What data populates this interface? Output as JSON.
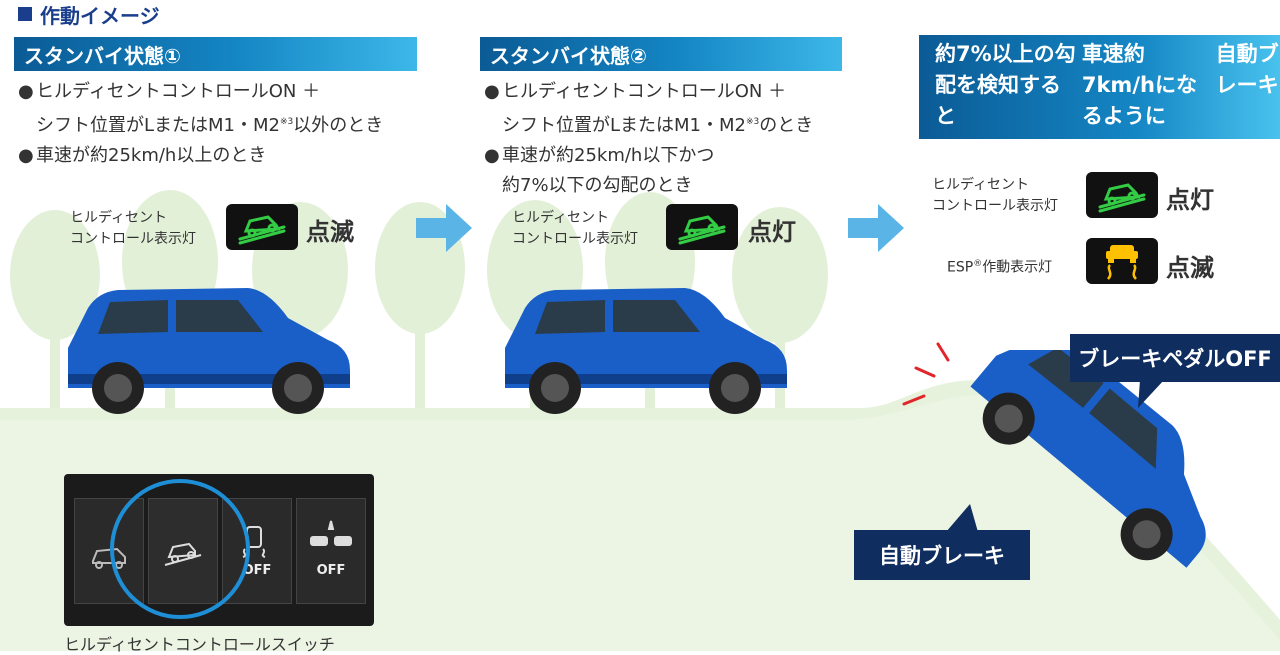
{
  "section_title": "作動イメージ",
  "panel1": {
    "heading": "スタンバイ状態①",
    "conditions": [
      {
        "line1": "ヒルディセントコントロールON ＋",
        "line2": "シフト位置がLまたはM1・M2",
        "mark": "※3",
        "tail": "以外のとき"
      },
      {
        "line1": "車速が約25km/h以上のとき"
      }
    ],
    "lamp_label_1": "ヒルディセント",
    "lamp_label_2": "コントロール表示灯",
    "lamp_state": "点滅"
  },
  "panel2": {
    "heading": "スタンバイ状態②",
    "conditions": [
      {
        "line1": "ヒルディセントコントロールON ＋",
        "line2": "シフト位置がLまたはM1・M2",
        "mark": "※3",
        "tail": "のとき"
      },
      {
        "line1": "車速が約25km/h以下かつ",
        "line2": "約7%以下の勾配のとき"
      }
    ],
    "lamp_label_1": "ヒルディセント",
    "lamp_label_2": "コントロール表示灯",
    "lamp_state": "点灯"
  },
  "panel3": {
    "heading_lines": [
      "約7%以上の勾配を検知すると",
      "車速約7km/hになるように",
      "自動ブレーキ"
    ],
    "lamp1_label_1": "ヒルディセント",
    "lamp1_label_2": "コントロール表示灯",
    "lamp1_state": "点灯",
    "lamp2_label_prefix": "ESP",
    "lamp2_label_reg": "®",
    "lamp2_label_suffix": "作動表示灯",
    "lamp2_state": "点滅",
    "callout_brake_pedal": "ブレーキペダルOFF",
    "callout_auto_brake": "自動ブレーキ"
  },
  "switch_panel": {
    "caption": "ヒルディセントコントロールスイッチ",
    "btn3_text": "OFF",
    "btn4_text": "OFF"
  },
  "colors": {
    "brand_navy": "#1a3e8c",
    "lamp_green": "#33cc44",
    "lamp_amber": "#ffc000",
    "car_blue": "#1a5fc8",
    "highlight_circle": "#1e8fd6"
  }
}
